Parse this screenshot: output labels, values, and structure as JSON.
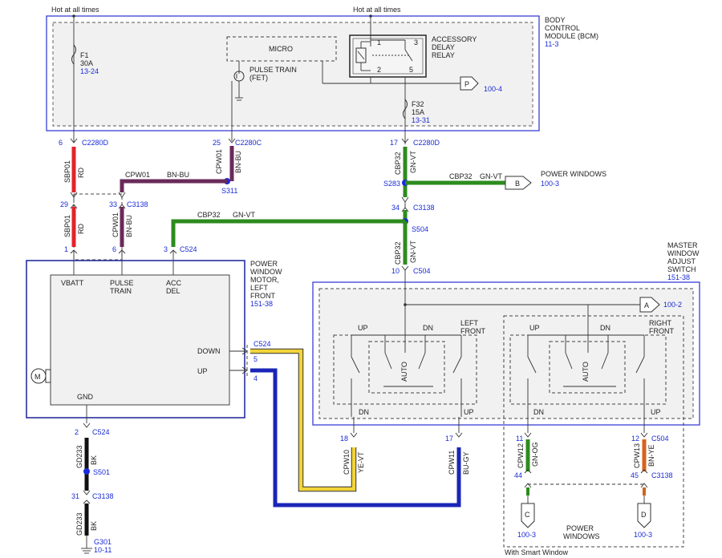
{
  "top": {
    "hot_left": "Hot at all times",
    "hot_right": "Hot at all times"
  },
  "bcm": {
    "name_lines": [
      "BODY",
      "CONTROL",
      "MODULE (BCM)"
    ],
    "ref": "11-3",
    "fuse1": {
      "name": "F1",
      "rating": "30A",
      "ref": "13-24"
    },
    "micro": "MICRO",
    "pulse_lines": [
      "PULSE TRAIN",
      "(FET)"
    ],
    "relay_lines": [
      "ACCESSORY",
      "DELAY",
      "RELAY"
    ],
    "relay_pins": [
      "1",
      "3",
      "2",
      "5"
    ],
    "p_label": "P",
    "p_ref": "100-4",
    "fuse32": {
      "name": "F32",
      "rating": "15A",
      "ref": "13-31"
    }
  },
  "connectors": {
    "c2280d_left": {
      "pin": "6",
      "name": "C2280D"
    },
    "c2280c": {
      "pin": "25",
      "name": "C2280C"
    },
    "c2280d_right": {
      "pin": "17",
      "name": "C2280D"
    },
    "c3138_a": {
      "pin": "29"
    },
    "c3138_b": {
      "pin": "33",
      "name": "C3138"
    },
    "c524_a": {
      "pin1": "1",
      "pin6": "6",
      "pin3": "3",
      "name": "C524"
    },
    "c3138_c": {
      "pin": "34",
      "name": "C3138"
    },
    "c504_top": {
      "pin": "10",
      "name": "C504"
    },
    "c524_out": {
      "name": "C524",
      "pin5": "5",
      "pin4": "4"
    },
    "c524_gnd": {
      "pin": "2",
      "name": "C524"
    },
    "c3138_gnd": {
      "pin": "31",
      "name": "C3138"
    },
    "c504_bot": {
      "pin18": "18",
      "pin17": "17",
      "pin11": "11",
      "pin12": "12",
      "name": "C504"
    },
    "c3138_bot": {
      "pin44": "44",
      "pin45": "45",
      "name": "C3138"
    }
  },
  "wires": {
    "sbp01": "SBP01",
    "rd": "RD",
    "cpw01": "CPW01",
    "bnbu": "BN-BU",
    "cbp32": "CBP32",
    "gnvt": "GN-VT",
    "gd233": "GD233",
    "bk": "BK",
    "cpw10": "CPW10",
    "yevt": "YE-VT",
    "cpw11": "CPW11",
    "bugy": "BU-GY",
    "cpw12": "CPW12",
    "gnog": "GN-OG",
    "cpw13": "CPW13",
    "bnye": "BN-YE"
  },
  "splices": {
    "s311": "S311",
    "s283": "S283",
    "s504": "S504",
    "s501": "S501"
  },
  "power_windows_b": {
    "label": "POWER WINDOWS",
    "letter": "B",
    "ref": "100-3"
  },
  "motor": {
    "name_lines": [
      "POWER",
      "WINDOW",
      "MOTOR,",
      "LEFT",
      "FRONT"
    ],
    "ref": "151-38",
    "vbatt": "VBATT",
    "pulse_lines": [
      "PULSE",
      "TRAIN"
    ],
    "acc_lines": [
      "ACC",
      "DEL"
    ],
    "down": "DOWN",
    "up": "UP",
    "gnd": "GND",
    "m": "M"
  },
  "ground": {
    "name": "G301",
    "ref": "10-11"
  },
  "switch": {
    "name_lines": [
      "MASTER",
      "WINDOW",
      "ADJUST",
      "SWITCH"
    ],
    "ref": "151-38",
    "a_label": "A",
    "a_ref": "100-2",
    "left_lines": [
      "LEFT",
      "FRONT"
    ],
    "right_lines": [
      "RIGHT",
      "FRONT"
    ],
    "up": "UP",
    "dn": "DN",
    "auto": "AUTO"
  },
  "bottom": {
    "c_letter": "C",
    "c_ref": "100-3",
    "d_letter": "D",
    "d_ref": "100-3",
    "power_windows_lines": [
      "POWER",
      "WINDOWS"
    ],
    "smart": "With Smart Window"
  },
  "colors": {
    "red": "#e3232b",
    "purple": "#6a2a5a",
    "green": "#2e8b1f",
    "black": "#111111",
    "yellow": "#f2d43a",
    "navy": "#1a25b8",
    "orange": "#d5621f",
    "module_border": "#3a3fd6"
  }
}
